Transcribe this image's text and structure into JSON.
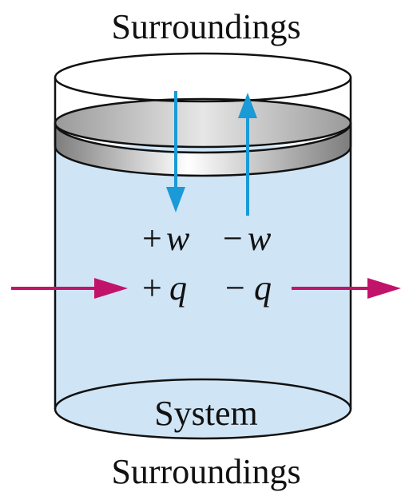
{
  "labels": {
    "surroundings_top": "Surroundings",
    "surroundings_bottom": "Surroundings",
    "system": "System",
    "plus_w_sign": "+",
    "plus_w_var": "w",
    "minus_w_sign": "−",
    "minus_w_var": "w",
    "plus_q_sign": "+",
    "plus_q_var": "q",
    "minus_q_sign": "−",
    "minus_q_var": "q"
  },
  "colors": {
    "liquid": "#cfe4f5",
    "outline": "#111111",
    "work_arrow": "#1a9ad6",
    "heat_arrow": "#c2136b",
    "piston_light": "#ffffff",
    "piston_dark": "#8f8f8f"
  }
}
